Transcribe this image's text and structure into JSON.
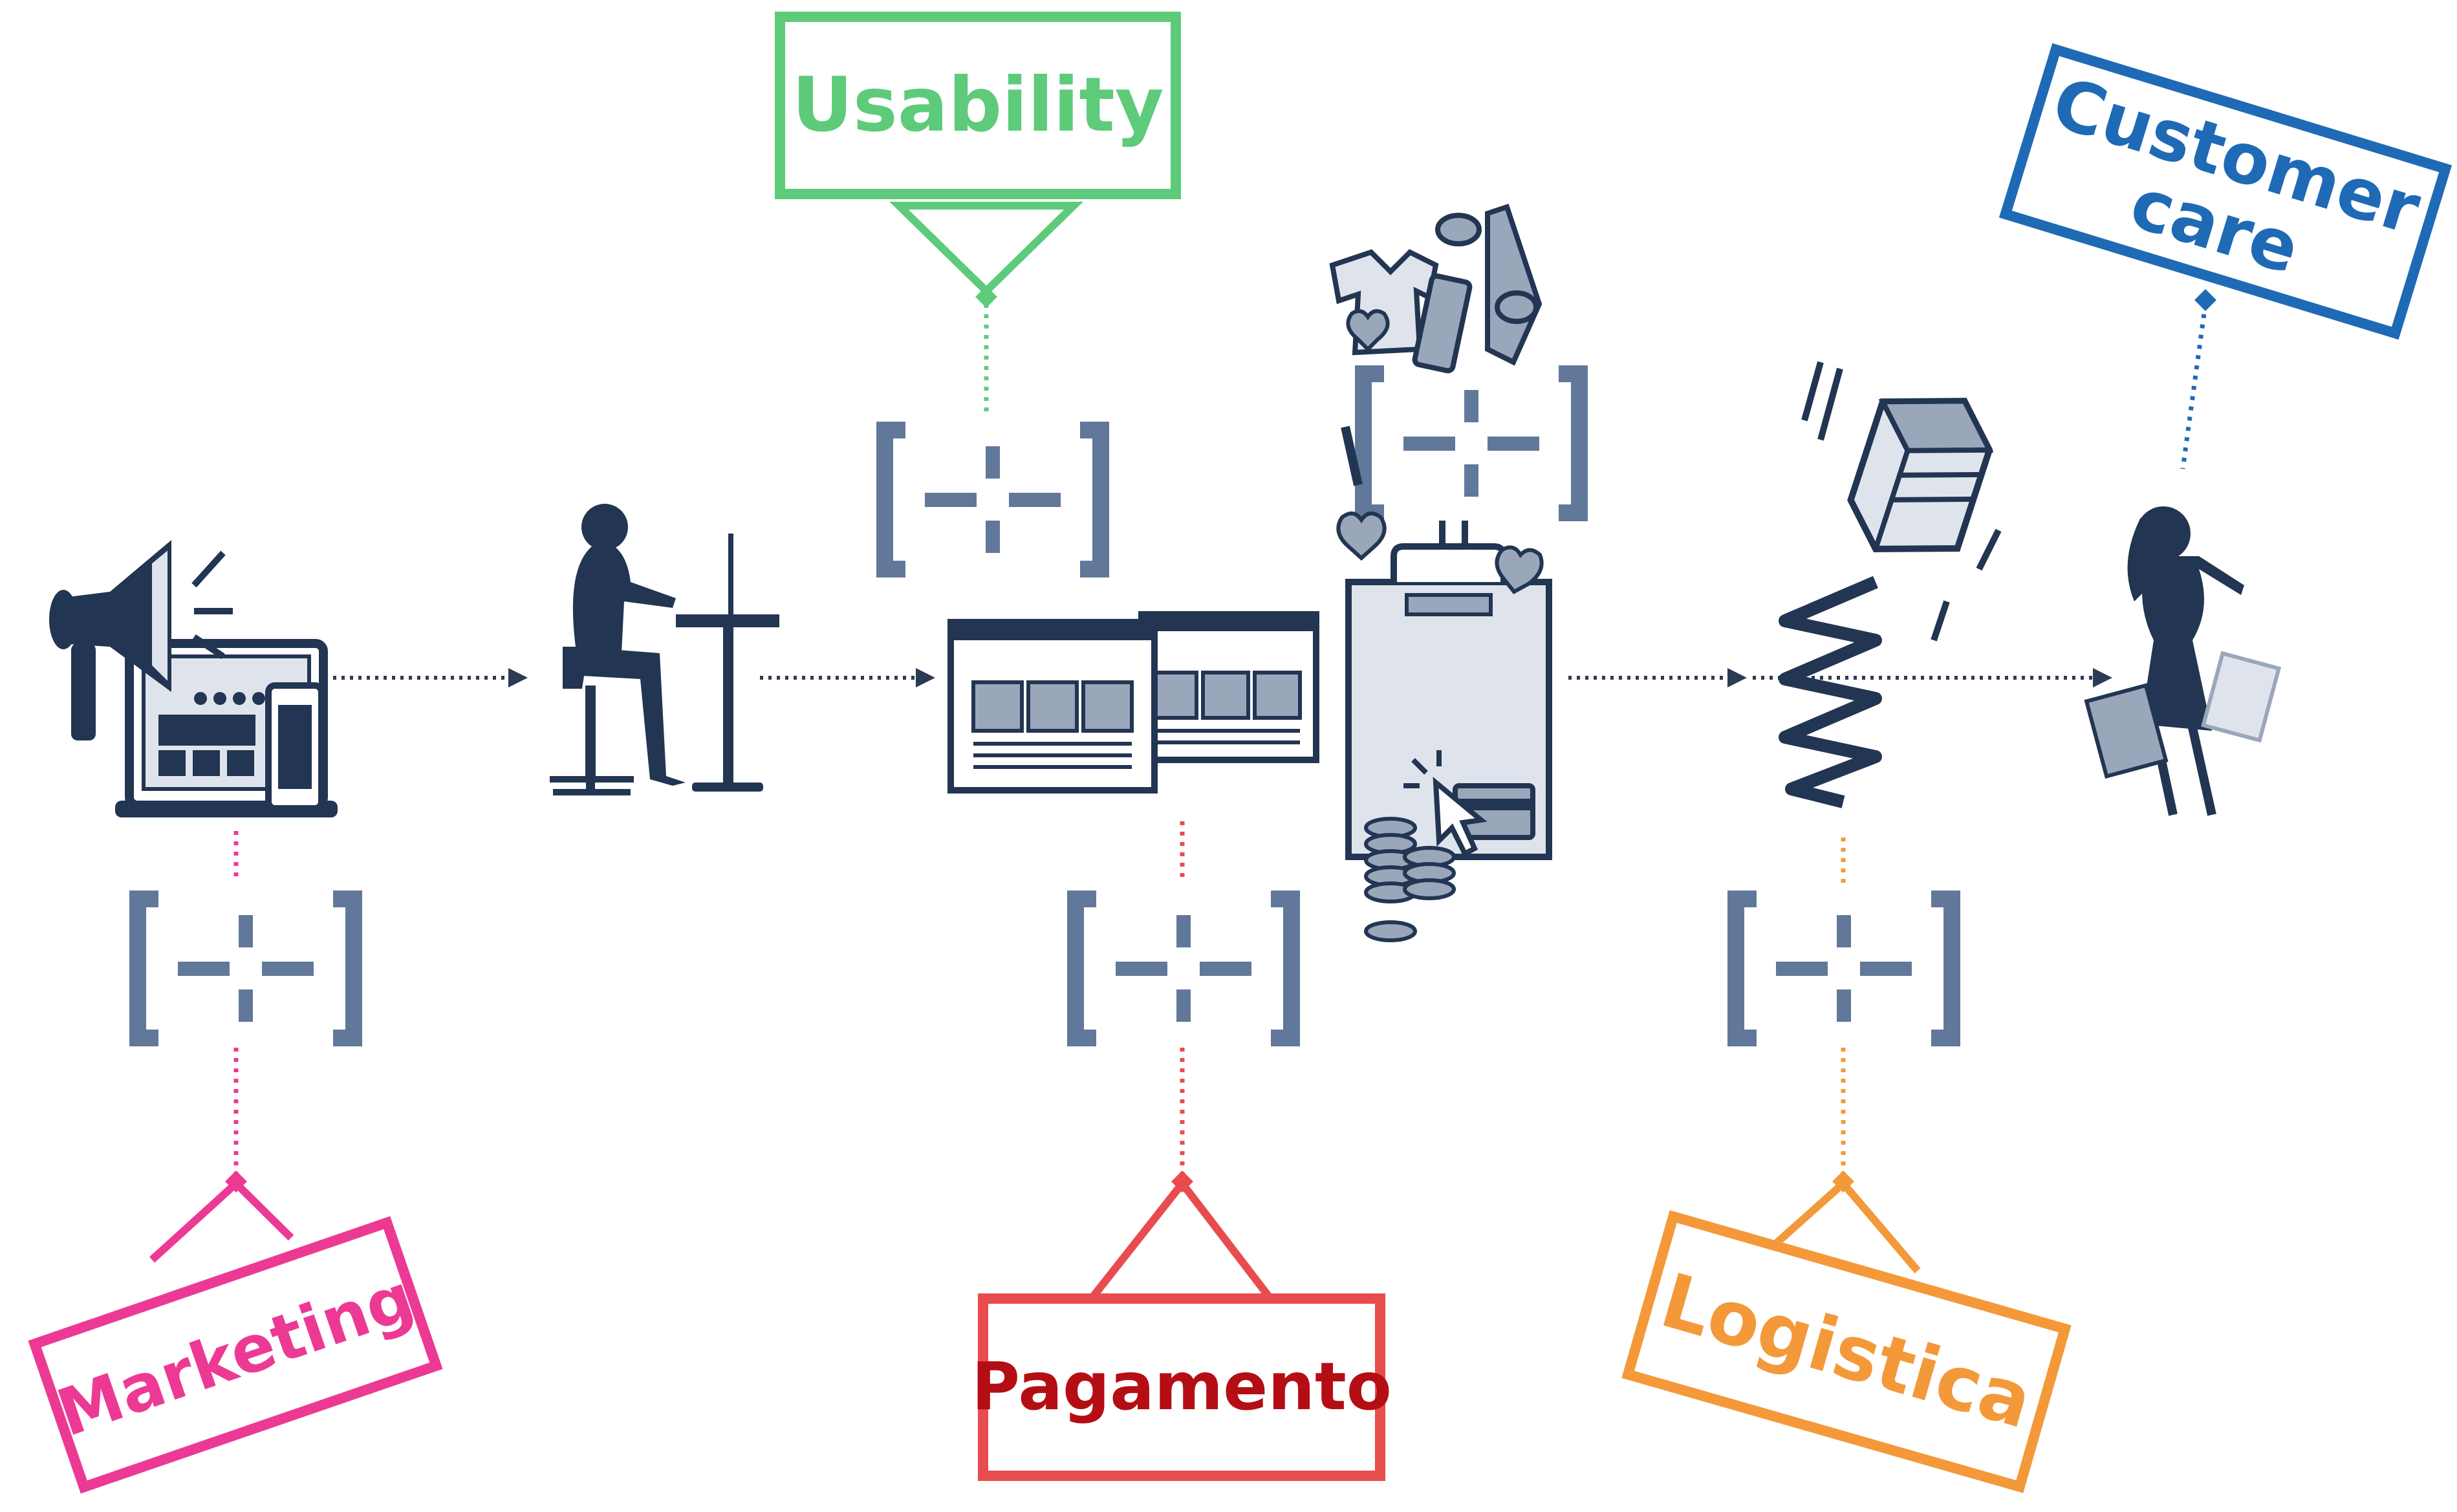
{
  "labels": {
    "marketing": "Marketing",
    "pagamento": "Pagamento",
    "logistica": "Logistica",
    "usability": "Usability",
    "customer_care_line1": "Customer",
    "customer_care_line2": "care"
  },
  "colors": {
    "marketing": "#ec3a94",
    "pagamento_frame": "#e84c4e",
    "pagamento_text": "#b40e14",
    "logistica": "#f4993a",
    "usability": "#5dcb7a",
    "customer_care": "#1f6ab5",
    "icons": "#223552",
    "scan_brackets": "#61789a",
    "flow_arrows": "#2b3a55"
  },
  "icons": [
    "megaphone-laptop-icon",
    "woman-at-computer-icon",
    "ecommerce-webpages-icon",
    "shopping-bag-payment-icon",
    "spring-box-icon",
    "woman-with-shopping-bags-icon",
    "scan-bracket-icon"
  ]
}
